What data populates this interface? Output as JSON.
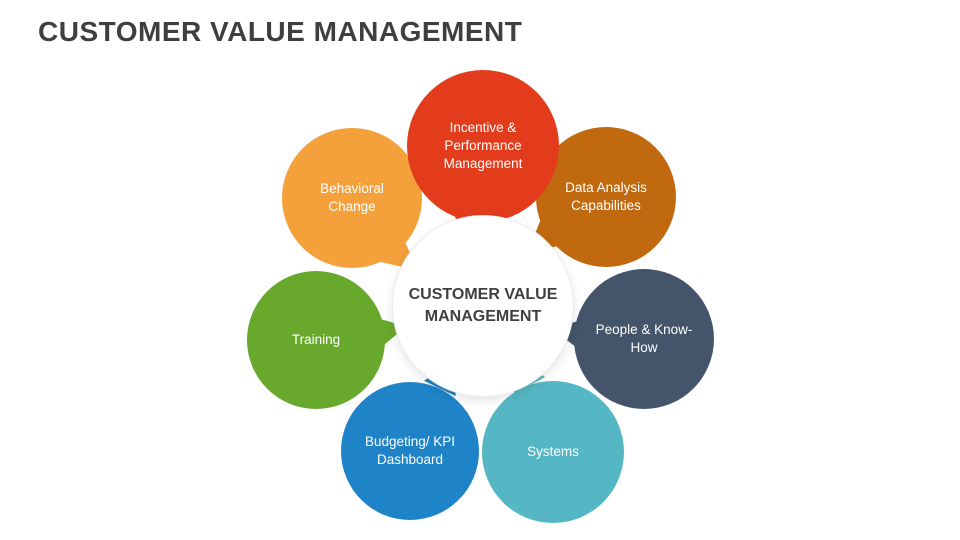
{
  "title": "CUSTOMER VALUE MANAGEMENT",
  "center": {
    "label": "CUSTOMER VALUE MANAGEMENT",
    "bg": "#ffffff",
    "text_color": "#3f3f3f"
  },
  "bubbles": {
    "incentive": {
      "label": "Incentive & Performance Management",
      "color": "#e23c1c"
    },
    "dataanalysis": {
      "label": "Data Analysis Capabilities",
      "color": "#c0690f"
    },
    "people": {
      "label": "People & Know-How",
      "color": "#44546a"
    },
    "systems": {
      "label": "Systems",
      "color": "#55b7c4"
    },
    "budgeting": {
      "label": "Budgeting/ KPI Dashboard",
      "color": "#1f83c8"
    },
    "training": {
      "label": "Training",
      "color": "#68a82d"
    },
    "behavioral": {
      "label": "Behavioral Change",
      "color": "#f4a03b"
    }
  }
}
